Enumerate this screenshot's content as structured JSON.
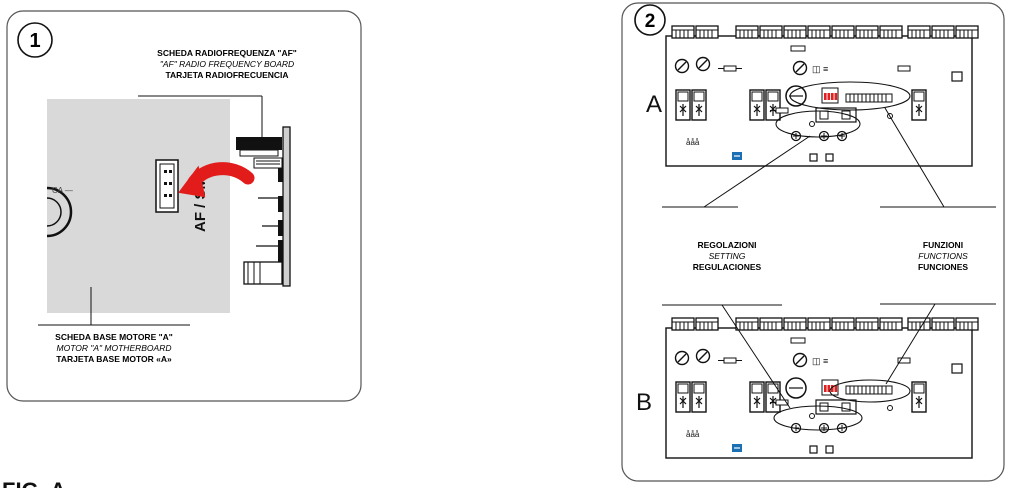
{
  "panel1": {
    "number": "1",
    "af_label": {
      "line1": "SCHEDA RADIOFREQUENZA \"AF\"",
      "line2": "\"AF\" RADIO FREQUENCY BOARD",
      "line3": "TARJETA RADIOFRECUENCIA"
    },
    "motor_label": {
      "line1": "SCHEDA BASE MOTORE \"A\"",
      "line2": "MOTOR \"A\" MOTHERBOARD",
      "line3": "TARJETA BASE MOTOR «A»"
    },
    "connector_text": "AF / SM",
    "partial_text": "CA —"
  },
  "panel2": {
    "number": "2",
    "board_a_label": "A",
    "board_b_label": "B",
    "settings_label": {
      "line1": "REGOLAZIONI",
      "line2": "SETTING",
      "line3": "REGULACIONES"
    },
    "functions_label": {
      "line1": "FUNZIONI",
      "line2": "FUNCTIONS",
      "line3": "FUNCIONES"
    }
  },
  "figure_label": "FIG. A"
}
